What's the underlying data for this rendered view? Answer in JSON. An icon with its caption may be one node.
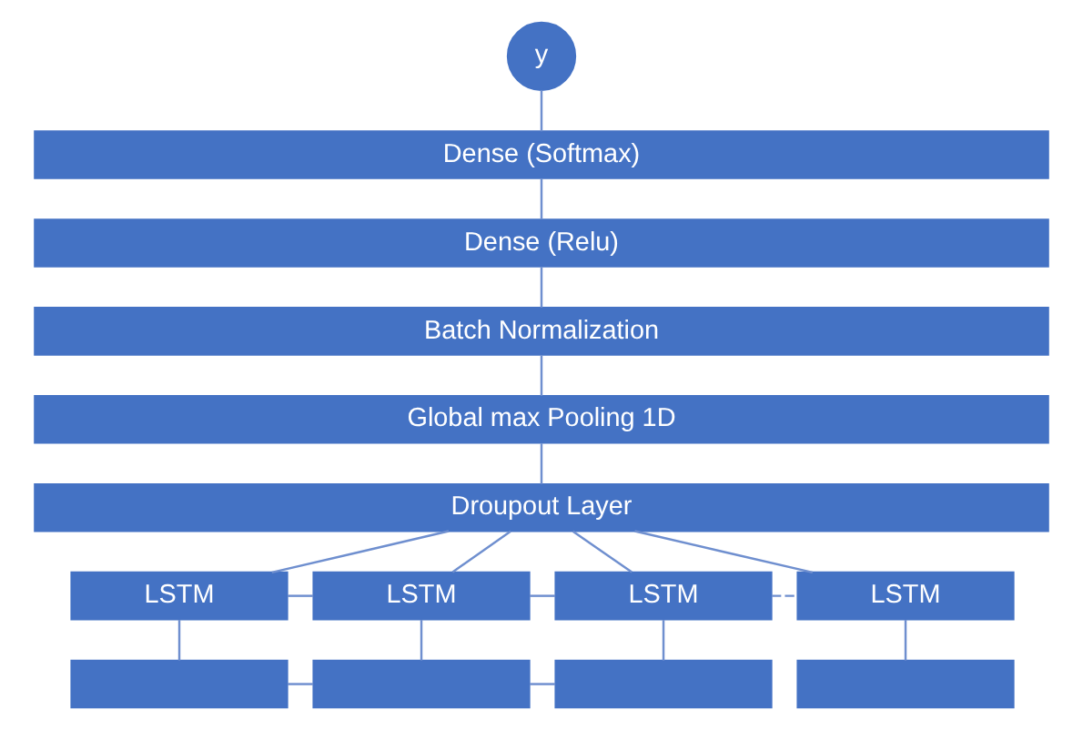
{
  "diagram": {
    "nodes": [
      {
        "text": [
          "y"
        ]
      },
      {
        "text": [
          "Dense (Softmax)"
        ]
      },
      {
        "text": [
          "Dense (Relu)"
        ]
      },
      {
        "text": [
          "Batch Normalization"
        ]
      },
      {
        "text": [
          "Global max Pooling 1D"
        ]
      },
      {
        "text": [
          "Droupout Layer"
        ]
      },
      {
        "text": [
          "LSTM"
        ]
      },
      {
        "text": [
          "LSTM"
        ]
      },
      {
        "text": [
          "LSTM"
        ]
      },
      {
        "text": [
          "LSTM"
        ]
      },
      {
        "text": [],
        "shape": "box"
      },
      {
        "text": [],
        "shape": "box"
      },
      {
        "text": [],
        "shape": "box"
      },
      {
        "text": [],
        "shape": "box"
      }
    ],
    "edges": [
      {
        "from": 0,
        "to": 1,
        "arrow": "none"
      },
      {
        "from": 1,
        "to": 2,
        "arrow": "none"
      },
      {
        "from": 2,
        "to": 3,
        "arrow": "none"
      },
      {
        "from": 3,
        "to": 4,
        "arrow": "none"
      },
      {
        "from": 4,
        "to": 5,
        "arrow": "none"
      },
      {
        "from": 5,
        "to": 6,
        "arrow": "none"
      },
      {
        "from": 5,
        "to": 7,
        "arrow": "none"
      },
      {
        "from": 5,
        "to": 8,
        "arrow": "none"
      },
      {
        "from": 5,
        "to": 9,
        "arrow": "none"
      },
      {
        "from": 6,
        "to": 7,
        "arrow": "none"
      },
      {
        "from": 7,
        "to": 8,
        "arrow": "none"
      },
      {
        "from": 8,
        "to": 9,
        "arrow": "none",
        "style": "dashed"
      },
      {
        "from": 6,
        "to": 10,
        "arrow": "none"
      },
      {
        "from": 7,
        "to": 11,
        "arrow": "none"
      },
      {
        "from": 8,
        "to": 12,
        "arrow": "none"
      },
      {
        "from": 9,
        "to": 13,
        "arrow": "none"
      },
      {
        "from": 10,
        "to": 11,
        "arrow": "none"
      },
      {
        "from": 11,
        "to": 12,
        "arrow": "none"
      }
    ]
  }
}
